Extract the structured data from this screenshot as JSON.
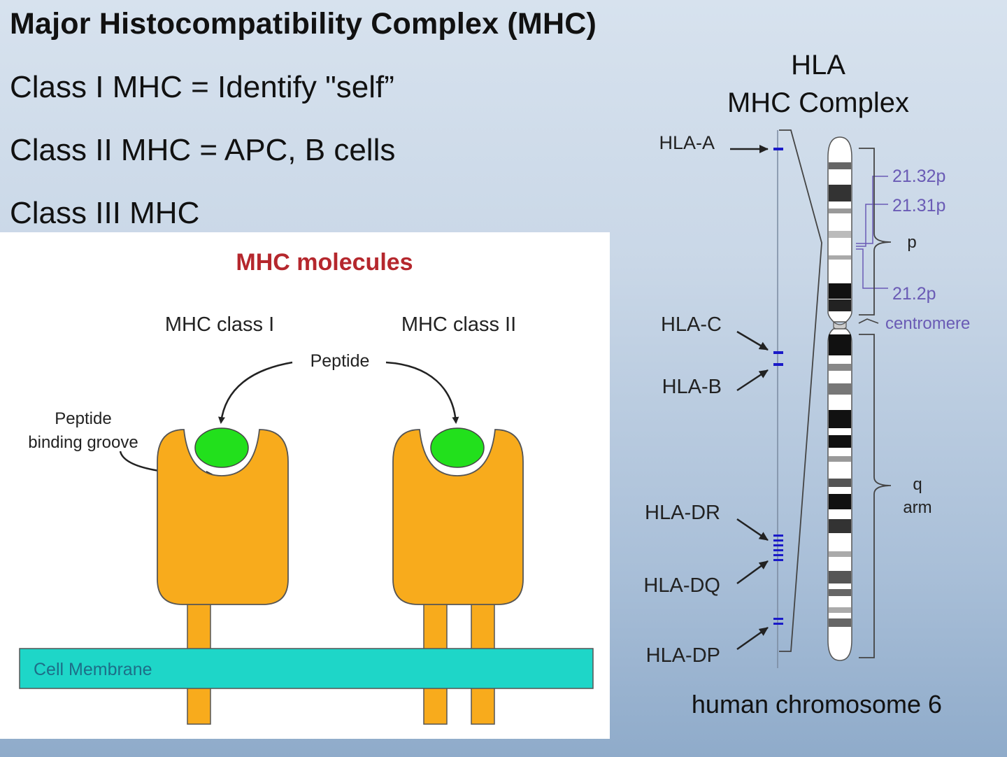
{
  "slide": {
    "title": "Major Histocompatibility Complex (MHC)",
    "bullets": [
      "Class I MHC = Identify \"self”",
      "Class II MHC = APC, B cells",
      "Class III MHC"
    ]
  },
  "molecules": {
    "heading": "MHC molecules",
    "class1_label": "MHC class I",
    "class2_label": "MHC class II",
    "peptide_label": "Peptide",
    "groove_label_line1": "Peptide",
    "groove_label_line2": "binding groove",
    "membrane_label": "Cell Membrane"
  },
  "chromosome": {
    "header_line1": "HLA",
    "header_line2": "MHC Complex",
    "genes": [
      "HLA-A",
      "HLA-C",
      "HLA-B",
      "HLA-DR",
      "HLA-DQ",
      "HLA-DP"
    ],
    "bands": [
      "21.32p",
      "21.31p",
      "21.2p"
    ],
    "centromere_label": "centromere",
    "p_arm_label": "p",
    "q_arm_label_line1": "q",
    "q_arm_label_line2": "arm",
    "caption": "human chromosome 6"
  },
  "colors": {
    "title_red": "#b5272d",
    "molecule_orange": "#f8ab1c",
    "peptide_green": "#22e01c",
    "membrane_cyan": "#1ed6c8",
    "band_purple": "#6a5bb5",
    "locus_blue": "#1a1ac8"
  }
}
